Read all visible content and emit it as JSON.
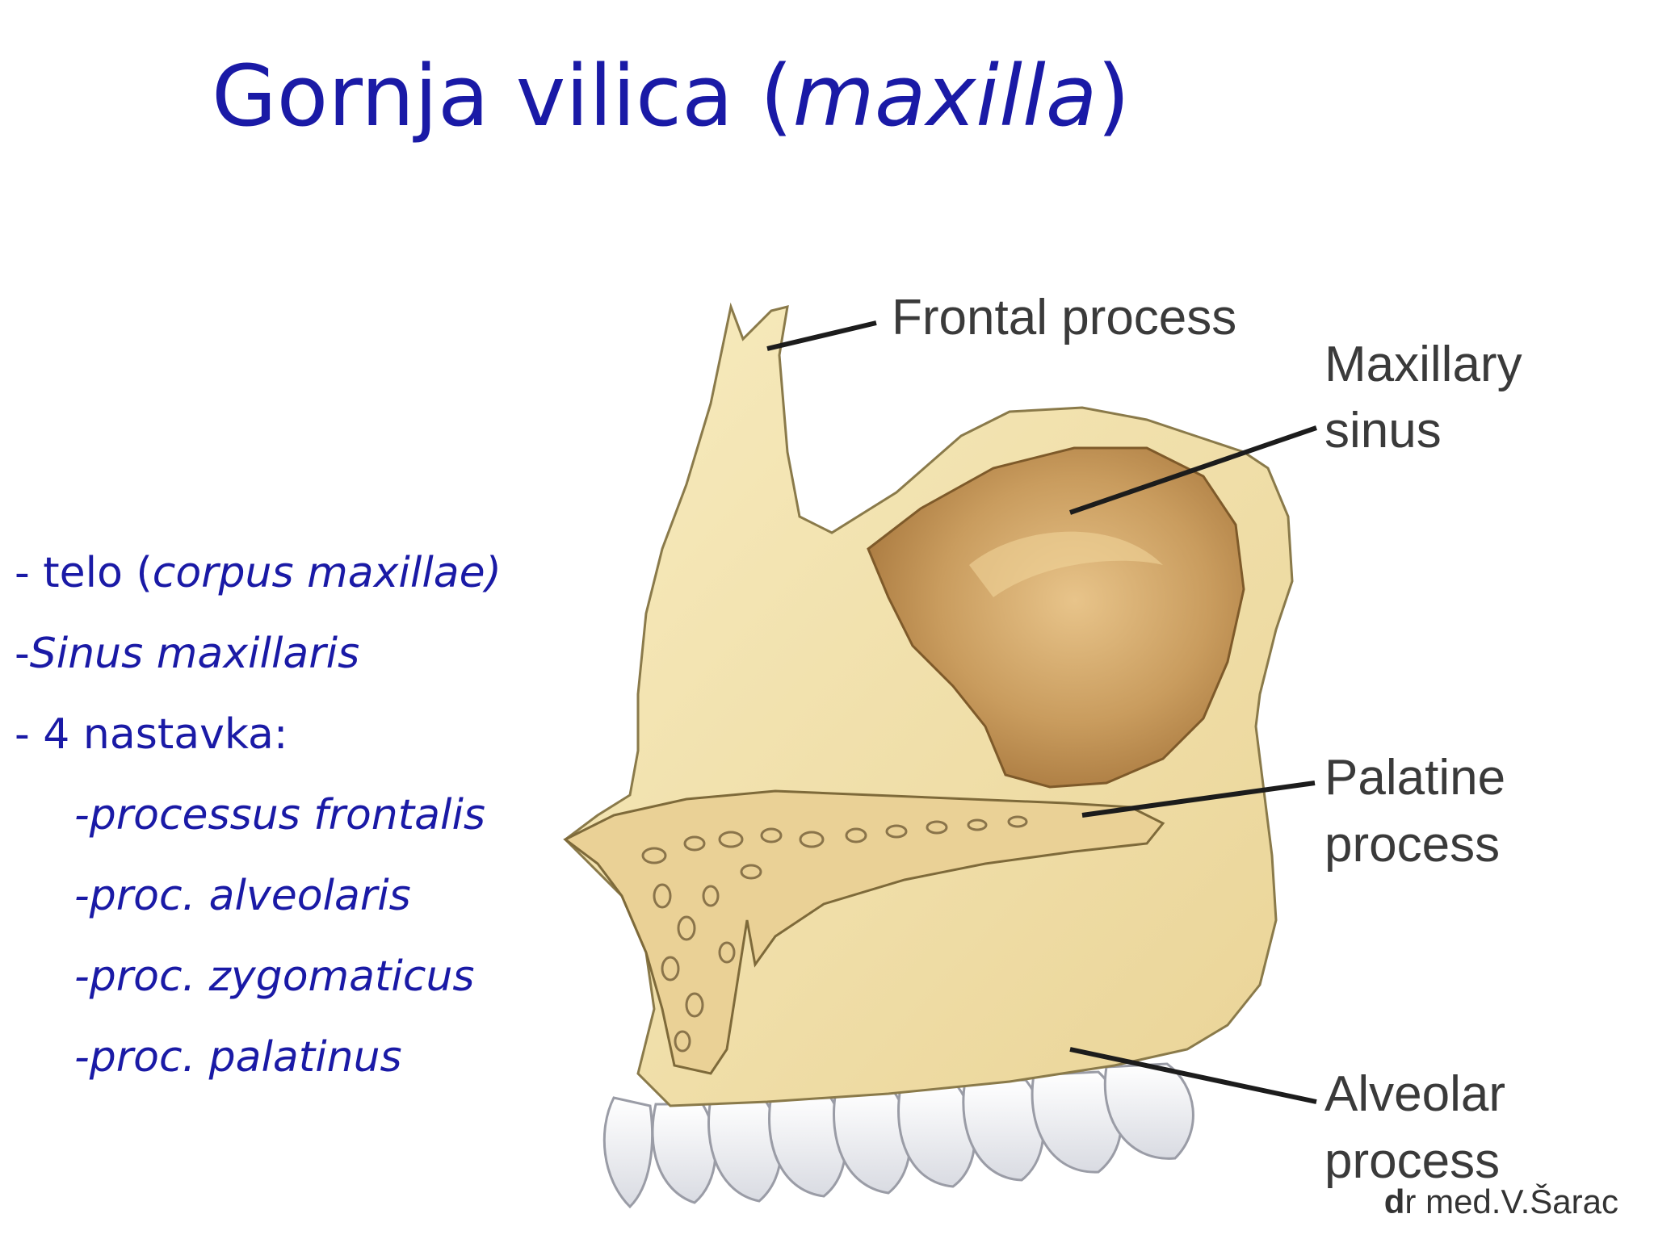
{
  "slide": {
    "title_main": "Gornja vilica (",
    "title_italic": "maxilla",
    "title_close": ")"
  },
  "bullets": [
    {
      "prefix": "- telo (",
      "italic": "corpus maxillae)"
    },
    {
      "prefix": "-",
      "italic": "Sinus maxillaris"
    },
    {
      "text": "- 4 nastavka:"
    },
    {
      "text": "-processus frontalis"
    },
    {
      "text": "-proc. alveolaris"
    },
    {
      "text": "-proc. zygomaticus"
    },
    {
      "text": "-proc. palatinus"
    }
  ],
  "figure_labels": {
    "frontal_process": "Frontal process",
    "maxillary_sinus_1": "Maxillary",
    "maxillary_sinus_2": "sinus",
    "palatine_process_1": "Palatine",
    "palatine_process_2": "process",
    "alveolar_process_1": "Alveolar",
    "alveolar_process_2": "process"
  },
  "credit": {
    "bold": "d",
    "rest": "r med.V.Šarac"
  },
  "colors": {
    "title": "#1a1aa6",
    "bone": "#f2e2a8",
    "sinus": "#b98a4e",
    "teeth": "#f4f4f6"
  }
}
